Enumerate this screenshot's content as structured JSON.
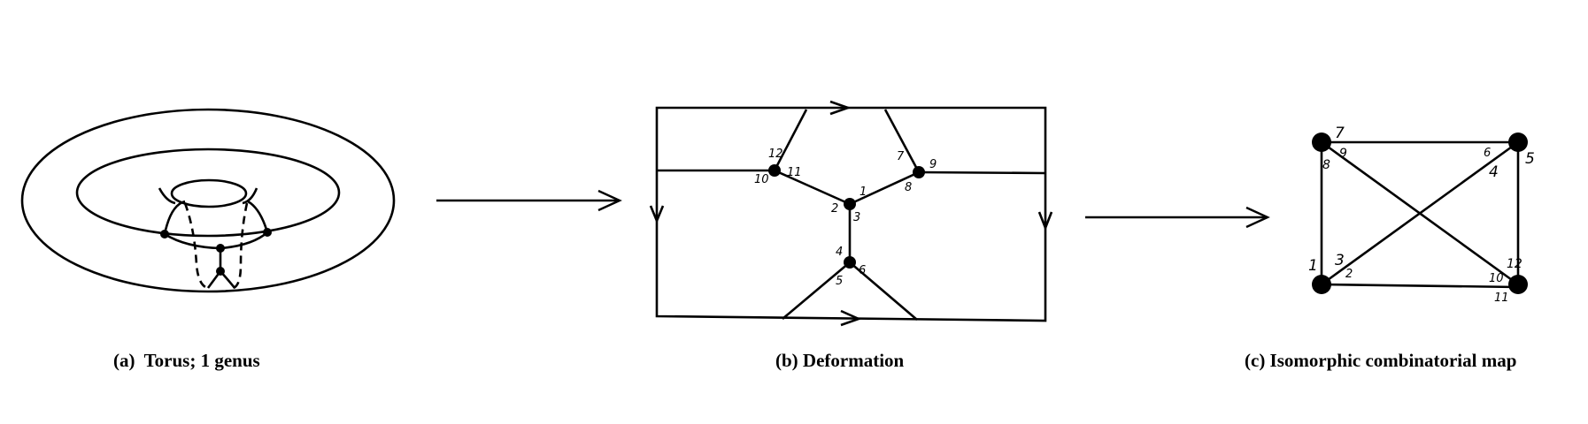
{
  "captions": {
    "torus": "(a)  Torus; 1 genus",
    "deformation": "(b) Deformation",
    "map": "(c) Isomorphic combinatorial map"
  },
  "panel_b": {
    "labels": [
      "1",
      "2",
      "3",
      "4",
      "5",
      "6",
      "7",
      "8",
      "9",
      "10",
      "11",
      "12"
    ]
  },
  "panel_c": {
    "labels": [
      "1",
      "2",
      "3",
      "4",
      "5",
      "6",
      "7",
      "8",
      "9",
      "10",
      "11",
      "12"
    ]
  }
}
